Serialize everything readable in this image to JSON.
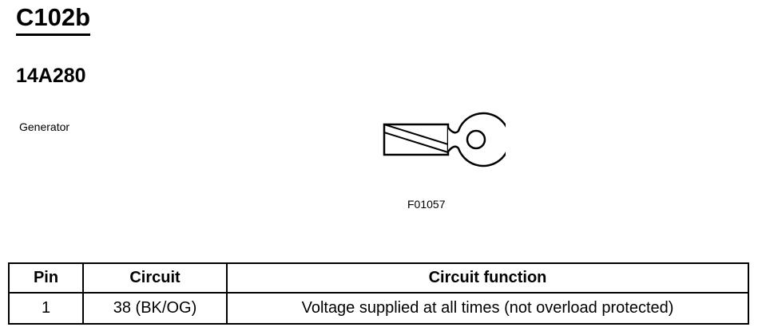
{
  "connector": {
    "id": "C102b",
    "part_number": "14A280",
    "component": "Generator",
    "figure_code": "F01057",
    "icon": "ring-terminal-icon"
  },
  "table": {
    "headers": [
      "Pin",
      "Circuit",
      "Circuit function"
    ],
    "rows": [
      [
        "1",
        "38 (BK/OG)",
        "Voltage supplied at all times (not overload protected)"
      ]
    ]
  }
}
